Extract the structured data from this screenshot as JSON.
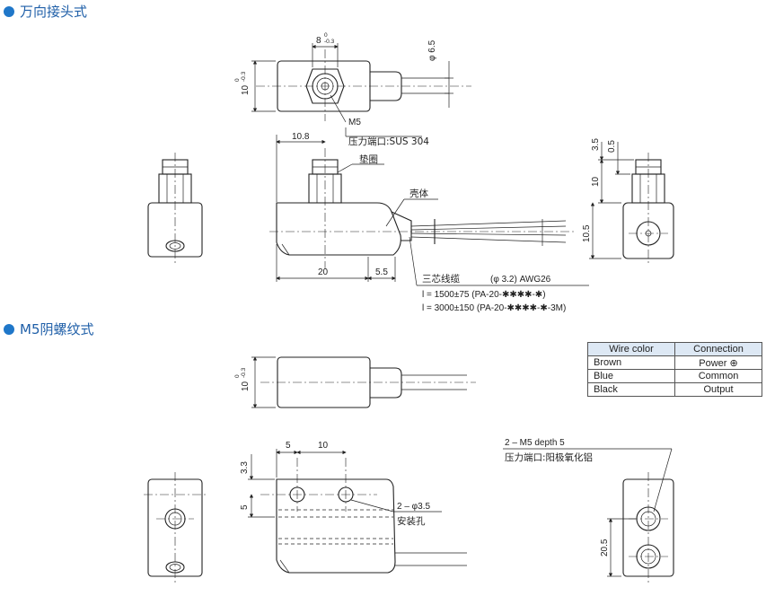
{
  "sections": [
    {
      "title": "万向接头式"
    },
    {
      "title": "M5阴螺纹式"
    }
  ],
  "labels": {
    "dim_8": "8",
    "tol_0": "0",
    "tol_m03": "-0.3",
    "dim_phi65": "φ 6.5",
    "dim_10": "10",
    "m5": "M5",
    "port_sus": "压力端口:SUS 304",
    "dim_108": "10.8",
    "gasket": "垫圈",
    "housing": "壳体",
    "dim_20": "20",
    "dim_55": "5.5",
    "cable": "三芯线缆",
    "cable_spec": "(φ 3.2)  AWG26",
    "len1": "l = 1500±75 (PA-20-✱✱✱✱-✱)",
    "len2": "l = 3000±150 (PA-20-✱✱✱✱-✱-3M)",
    "dim_35": "3.5",
    "dim_05": "0.5",
    "dim_10b": "10",
    "dim_105": "10.5",
    "dim_10c": "10",
    "dim_5a": "5",
    "dim_10d": "10",
    "dim_33": "3.3",
    "dim_5b": "5",
    "holes": "2 – φ3.5",
    "mount_hole": "安装孔",
    "m5_depth": "2 – M5  depth 5",
    "port_al": "压力端口:阳极氧化铝",
    "dim_205": "20.5"
  },
  "wire_table": {
    "headers": [
      "Wire color",
      "Connection"
    ],
    "rows": [
      [
        "Brown",
        "Power ⊕"
      ],
      [
        "Blue",
        "Common"
      ],
      [
        "Black",
        "Output"
      ]
    ]
  }
}
